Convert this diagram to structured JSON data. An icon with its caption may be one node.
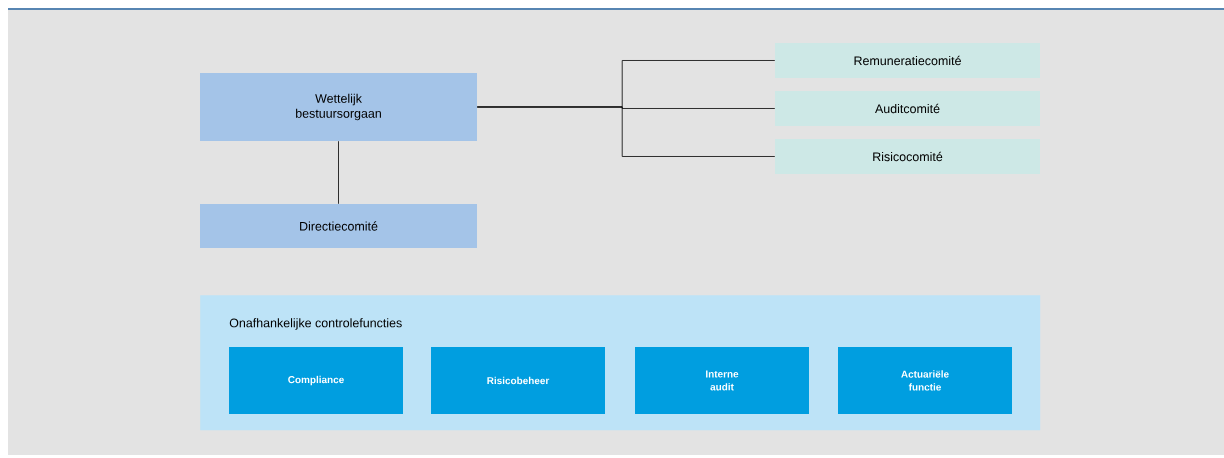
{
  "diagram": {
    "nodes": [
      {
        "text": [
          "Wettelijk bestuursorgaan"
        ]
      },
      {
        "text": [
          "Directiecomité"
        ]
      },
      {
        "text": [
          "Remuneratiecomité"
        ]
      },
      {
        "text": [
          "Auditcomité"
        ]
      },
      {
        "text": [
          "Risicocomité"
        ]
      },
      {
        "text": [
          "Onafhankelijke controlefuncties"
        ]
      },
      {
        "text": [
          "Compliance"
        ],
        "in": 5
      },
      {
        "text": [
          "Risicobeheer"
        ],
        "in": 5
      },
      {
        "text": [
          "Interne audit"
        ],
        "in": 5
      },
      {
        "text": [
          "Actuariële functie"
        ],
        "in": 5
      }
    ],
    "edges": [
      {
        "from": 0,
        "to": 1,
        "arrow": "none"
      },
      {
        "from": 0,
        "to": 2,
        "arrow": "none"
      },
      {
        "from": 0,
        "to": 3,
        "arrow": "none"
      },
      {
        "from": 0,
        "to": 4,
        "arrow": "none"
      }
    ]
  }
}
